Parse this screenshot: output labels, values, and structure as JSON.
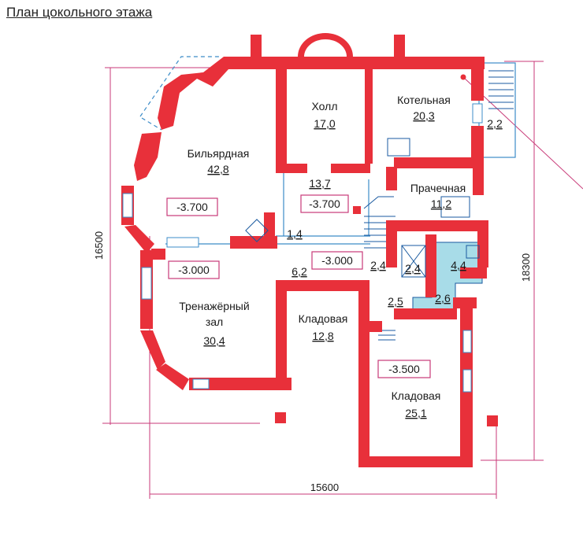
{
  "title": "План цокольного этажа",
  "colors": {
    "wall": "#e8303a",
    "dimension": "#c83a78",
    "window": "#3c8cc8",
    "tile": "#a8dce8",
    "line": "#1a5aa0"
  },
  "dimensions": {
    "total_width": "15600",
    "left_height": "16500",
    "right_height": "18300"
  },
  "rooms": {
    "billiard": {
      "name": "Бильярдная",
      "area": "42,8"
    },
    "hall": {
      "name": "Холл",
      "area": "17,0"
    },
    "boiler": {
      "name": "Котельная",
      "area": "20,3"
    },
    "laundry": {
      "name": "Прачечная",
      "area": "11,2"
    },
    "gym": {
      "name1": "Тренажёрный",
      "name2": "зал",
      "area": "30,4"
    },
    "storage1": {
      "name": "Кладовая",
      "area": "12,8"
    },
    "storage2": {
      "name": "Кладовая",
      "area": "25,1"
    }
  },
  "areas": {
    "corridor": "13,7",
    "stair_box": "1,4",
    "vestibule": "6,2",
    "bath": "4,4",
    "shower": "2,6",
    "lobby_a": "2,4",
    "lobby_b": "2,5",
    "wc": "2,4",
    "boiler_nook": "2,2"
  },
  "levels": {
    "billiard": "-3.700",
    "hall": "-3.700",
    "gym": "-3.000",
    "corridor": "-3.000",
    "storage": "-3.500"
  }
}
